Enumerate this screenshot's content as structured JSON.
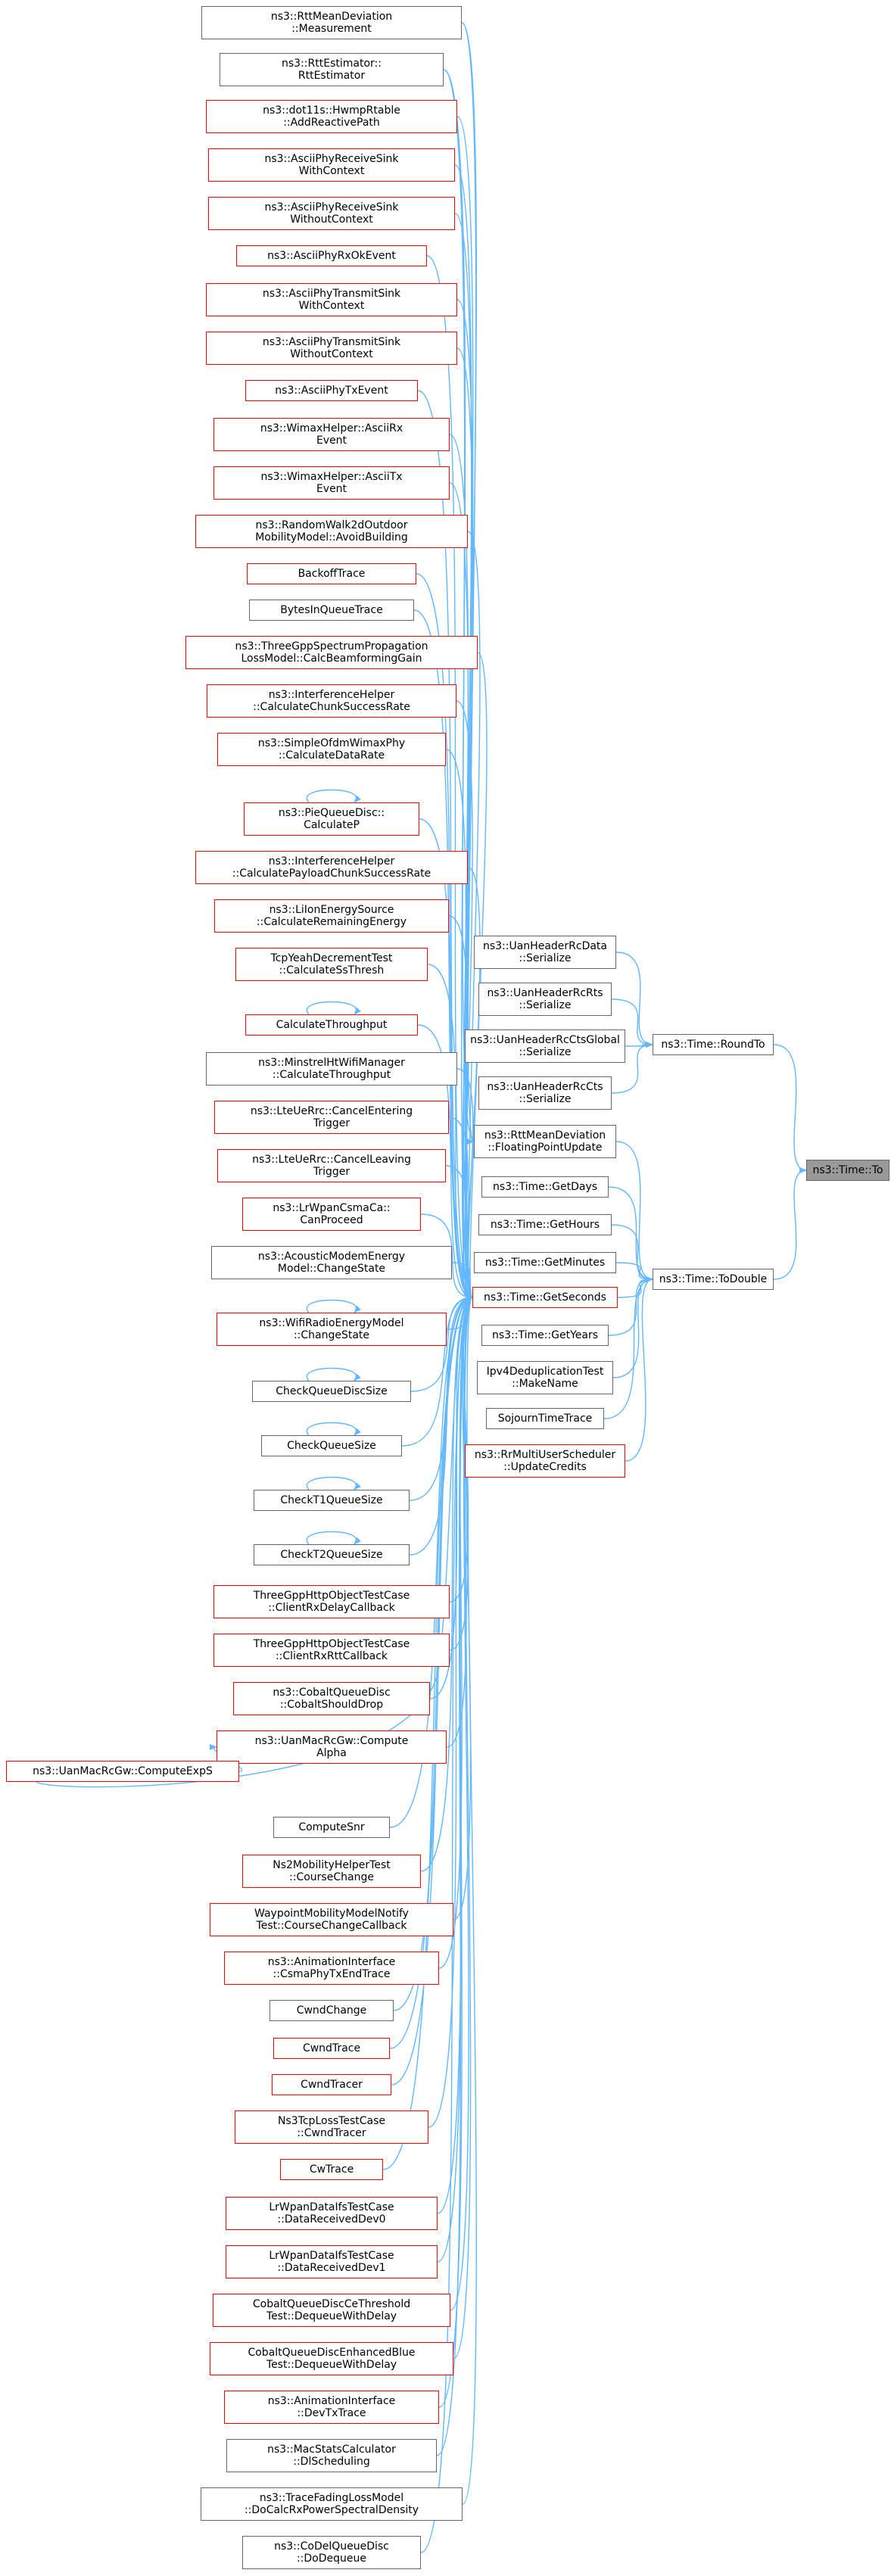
{
  "diagram": {
    "title": "",
    "root": "ns3::Time::To",
    "colors": {
      "edge": "#63b8ff",
      "border": "#666666",
      "border_incomplete": "#ff0000",
      "root_fill": "#999999"
    },
    "nodes": [
      {
        "id": "to",
        "lines": [
          "ns3::Time::To"
        ],
        "red": false
      },
      {
        "id": "roundto",
        "lines": [
          "ns3::Time::RoundTo"
        ],
        "red": false
      },
      {
        "id": "todouble",
        "lines": [
          "ns3::Time::ToDouble"
        ],
        "red": false
      },
      {
        "id": "uanrcdata",
        "lines": [
          "ns3::UanHeaderRcData",
          "::Serialize"
        ],
        "red": false
      },
      {
        "id": "uanrcrts",
        "lines": [
          "ns3::UanHeaderRcRts",
          "::Serialize"
        ],
        "red": false
      },
      {
        "id": "uanrcctsglobal",
        "lines": [
          "ns3::UanHeaderRcCtsGlobal",
          "::Serialize"
        ],
        "red": false
      },
      {
        "id": "uanrccts",
        "lines": [
          "ns3::UanHeaderRcCts",
          "::Serialize"
        ],
        "red": false
      },
      {
        "id": "rttfloat",
        "lines": [
          "ns3::RttMeanDeviation",
          "::FloatingPointUpdate"
        ],
        "red": false
      },
      {
        "id": "getdays",
        "lines": [
          "ns3::Time::GetDays"
        ],
        "red": false
      },
      {
        "id": "gethours",
        "lines": [
          "ns3::Time::GetHours"
        ],
        "red": false
      },
      {
        "id": "getminutes",
        "lines": [
          "ns3::Time::GetMinutes"
        ],
        "red": false
      },
      {
        "id": "getseconds",
        "lines": [
          "ns3::Time::GetSeconds"
        ],
        "red": true
      },
      {
        "id": "getyears",
        "lines": [
          "ns3::Time::GetYears"
        ],
        "red": false
      },
      {
        "id": "ipv4dedup",
        "lines": [
          "Ipv4DeduplicationTest",
          "::MakeName"
        ],
        "red": false
      },
      {
        "id": "sojourn",
        "lines": [
          "SojournTimeTrace"
        ],
        "red": false
      },
      {
        "id": "rrmulti",
        "lines": [
          "ns3::RrMultiUserScheduler",
          "::UpdateCredits"
        ],
        "red": true
      },
      {
        "id": "c0",
        "lines": [
          "ns3::RttMeanDeviation",
          "::Measurement"
        ],
        "red": false
      },
      {
        "id": "c1",
        "lines": [
          "ns3::RttEstimator::",
          "RttEstimator"
        ],
        "red": false
      },
      {
        "id": "c2",
        "lines": [
          "ns3::dot11s::HwmpRtable",
          "::AddReactivePath"
        ],
        "red": true
      },
      {
        "id": "c3",
        "lines": [
          "ns3::AsciiPhyReceiveSink",
          "WithContext"
        ],
        "red": true
      },
      {
        "id": "c4",
        "lines": [
          "ns3::AsciiPhyReceiveSink",
          "WithoutContext"
        ],
        "red": true
      },
      {
        "id": "c5",
        "lines": [
          "ns3::AsciiPhyRxOkEvent"
        ],
        "red": true
      },
      {
        "id": "c6",
        "lines": [
          "ns3::AsciiPhyTransmitSink",
          "WithContext"
        ],
        "red": true
      },
      {
        "id": "c7",
        "lines": [
          "ns3::AsciiPhyTransmitSink",
          "WithoutContext"
        ],
        "red": true
      },
      {
        "id": "c8",
        "lines": [
          "ns3::AsciiPhyTxEvent"
        ],
        "red": true
      },
      {
        "id": "c9",
        "lines": [
          "ns3::WimaxHelper::AsciiRx",
          "Event"
        ],
        "red": true
      },
      {
        "id": "c10",
        "lines": [
          "ns3::WimaxHelper::AsciiTx",
          "Event"
        ],
        "red": true
      },
      {
        "id": "c11",
        "lines": [
          "ns3::RandomWalk2dOutdoor",
          "MobilityModel::AvoidBuilding"
        ],
        "red": true
      },
      {
        "id": "c12",
        "lines": [
          "BackoffTrace"
        ],
        "red": true
      },
      {
        "id": "c13",
        "lines": [
          "BytesInQueueTrace"
        ],
        "red": false
      },
      {
        "id": "c14",
        "lines": [
          "ns3::ThreeGppSpectrumPropagation",
          "LossModel::CalcBeamformingGain"
        ],
        "red": true
      },
      {
        "id": "c15",
        "lines": [
          "ns3::InterferenceHelper",
          "::CalculateChunkSuccessRate"
        ],
        "red": true
      },
      {
        "id": "c16",
        "lines": [
          "ns3::SimpleOfdmWimaxPhy",
          "::CalculateDataRate"
        ],
        "red": true
      },
      {
        "id": "c17",
        "lines": [
          "ns3::PieQueueDisc::",
          "CalculateP"
        ],
        "red": true
      },
      {
        "id": "c18",
        "lines": [
          "ns3::InterferenceHelper",
          "::CalculatePayloadChunkSuccessRate"
        ],
        "red": true
      },
      {
        "id": "c19",
        "lines": [
          "ns3::LiIonEnergySource",
          "::CalculateRemainingEnergy"
        ],
        "red": true
      },
      {
        "id": "c20",
        "lines": [
          "TcpYeahDecrementTest",
          "::CalculateSsThresh"
        ],
        "red": true
      },
      {
        "id": "c21",
        "lines": [
          "CalculateThroughput"
        ],
        "red": true
      },
      {
        "id": "c22",
        "lines": [
          "ns3::MinstrelHtWifiManager",
          "::CalculateThroughput"
        ],
        "red": false
      },
      {
        "id": "c23",
        "lines": [
          "ns3::LteUeRrc::CancelEntering",
          "Trigger"
        ],
        "red": true
      },
      {
        "id": "c24",
        "lines": [
          "ns3::LteUeRrc::CancelLeaving",
          "Trigger"
        ],
        "red": true
      },
      {
        "id": "c25",
        "lines": [
          "ns3::LrWpanCsmaCa::",
          "CanProceed"
        ],
        "red": true
      },
      {
        "id": "c26",
        "lines": [
          "ns3::AcousticModemEnergy",
          "Model::ChangeState"
        ],
        "red": false
      },
      {
        "id": "c27",
        "lines": [
          "ns3::WifiRadioEnergyModel",
          "::ChangeState"
        ],
        "red": true
      },
      {
        "id": "c28",
        "lines": [
          "CheckQueueDiscSize"
        ],
        "red": false
      },
      {
        "id": "c29",
        "lines": [
          "CheckQueueSize"
        ],
        "red": false
      },
      {
        "id": "c30",
        "lines": [
          "CheckT1QueueSize"
        ],
        "red": false
      },
      {
        "id": "c31",
        "lines": [
          "CheckT2QueueSize"
        ],
        "red": false
      },
      {
        "id": "c32",
        "lines": [
          "ThreeGppHttpObjectTestCase",
          "::ClientRxDelayCallback"
        ],
        "red": true
      },
      {
        "id": "c33",
        "lines": [
          "ThreeGppHttpObjectTestCase",
          "::ClientRxRttCallback"
        ],
        "red": true
      },
      {
        "id": "c34",
        "lines": [
          "ns3::CobaltQueueDisc",
          "::CobaltShouldDrop"
        ],
        "red": true
      },
      {
        "id": "c35",
        "lines": [
          "ns3::UanMacRcGw::Compute",
          "Alpha"
        ],
        "red": true
      },
      {
        "id": "c36",
        "lines": [
          "ns3::UanMacRcGw::ComputeExpS"
        ],
        "red": true
      },
      {
        "id": "c37",
        "lines": [
          "ComputeSnr"
        ],
        "red": false
      },
      {
        "id": "c38",
        "lines": [
          "Ns2MobilityHelperTest",
          "::CourseChange"
        ],
        "red": true
      },
      {
        "id": "c39",
        "lines": [
          "WaypointMobilityModelNotify",
          "Test::CourseChangeCallback"
        ],
        "red": true
      },
      {
        "id": "c40",
        "lines": [
          "ns3::AnimationInterface",
          "::CsmaPhyTxEndTrace"
        ],
        "red": true
      },
      {
        "id": "c41",
        "lines": [
          "CwndChange"
        ],
        "red": false
      },
      {
        "id": "c42",
        "lines": [
          "CwndTrace"
        ],
        "red": true
      },
      {
        "id": "c43",
        "lines": [
          "CwndTracer"
        ],
        "red": true
      },
      {
        "id": "c44",
        "lines": [
          "Ns3TcpLossTestCase",
          "::CwndTracer"
        ],
        "red": true
      },
      {
        "id": "c45",
        "lines": [
          "CwTrace"
        ],
        "red": true
      },
      {
        "id": "c46",
        "lines": [
          "LrWpanDataIfsTestCase",
          "::DataReceivedDev0"
        ],
        "red": true
      },
      {
        "id": "c47",
        "lines": [
          "LrWpanDataIfsTestCase",
          "::DataReceivedDev1"
        ],
        "red": true
      },
      {
        "id": "c48",
        "lines": [
          "CobaltQueueDiscCeThreshold",
          "Test::DequeueWithDelay"
        ],
        "red": true
      },
      {
        "id": "c49",
        "lines": [
          "CobaltQueueDiscEnhancedBlue",
          "Test::DequeueWithDelay"
        ],
        "red": true
      },
      {
        "id": "c50",
        "lines": [
          "ns3::AnimationInterface",
          "::DevTxTrace"
        ],
        "red": true
      },
      {
        "id": "c51",
        "lines": [
          "ns3::MacStatsCalculator",
          "::DlScheduling"
        ],
        "red": false
      },
      {
        "id": "c52",
        "lines": [
          "ns3::TraceFadingLossModel",
          "::DoCalcRxPowerSpectralDensity"
        ],
        "red": false
      },
      {
        "id": "c53",
        "lines": [
          "ns3::CoDelQueueDisc",
          "::DoDequeue"
        ],
        "red": false
      }
    ],
    "edges": [
      {
        "from": "roundto",
        "to": "to"
      },
      {
        "from": "todouble",
        "to": "to"
      },
      {
        "from": "uanrcdata",
        "to": "roundto"
      },
      {
        "from": "uanrcrts",
        "to": "roundto"
      },
      {
        "from": "uanrcctsglobal",
        "to": "roundto"
      },
      {
        "from": "uanrccts",
        "to": "roundto"
      },
      {
        "from": "rttfloat",
        "to": "todouble"
      },
      {
        "from": "getdays",
        "to": "todouble"
      },
      {
        "from": "gethours",
        "to": "todouble"
      },
      {
        "from": "getminutes",
        "to": "todouble"
      },
      {
        "from": "getseconds",
        "to": "todouble"
      },
      {
        "from": "getyears",
        "to": "todouble"
      },
      {
        "from": "ipv4dedup",
        "to": "todouble"
      },
      {
        "from": "sojourn",
        "to": "todouble"
      },
      {
        "from": "rrmulti",
        "to": "todouble"
      },
      {
        "from": "c0",
        "to": "rttfloat"
      },
      {
        "from": "c1",
        "to": "rttfloat"
      },
      {
        "from": "c0",
        "to": "getseconds"
      },
      {
        "from": "c1",
        "to": "getseconds"
      },
      {
        "from": "c2",
        "to": "getseconds"
      },
      {
        "from": "c3",
        "to": "getseconds"
      },
      {
        "from": "c4",
        "to": "getseconds"
      },
      {
        "from": "c5",
        "to": "getseconds"
      },
      {
        "from": "c6",
        "to": "getseconds"
      },
      {
        "from": "c7",
        "to": "getseconds"
      },
      {
        "from": "c8",
        "to": "getseconds"
      },
      {
        "from": "c9",
        "to": "getseconds"
      },
      {
        "from": "c10",
        "to": "getseconds"
      },
      {
        "from": "c11",
        "to": "getseconds"
      },
      {
        "from": "c12",
        "to": "getseconds"
      },
      {
        "from": "c13",
        "to": "getseconds"
      },
      {
        "from": "c14",
        "to": "getseconds"
      },
      {
        "from": "c15",
        "to": "getseconds"
      },
      {
        "from": "c16",
        "to": "getseconds"
      },
      {
        "from": "c17",
        "to": "getseconds"
      },
      {
        "from": "c18",
        "to": "getseconds"
      },
      {
        "from": "c19",
        "to": "getseconds"
      },
      {
        "from": "c20",
        "to": "getseconds"
      },
      {
        "from": "c21",
        "to": "getseconds"
      },
      {
        "from": "c22",
        "to": "getseconds"
      },
      {
        "from": "c23",
        "to": "getseconds"
      },
      {
        "from": "c24",
        "to": "getseconds"
      },
      {
        "from": "c25",
        "to": "getseconds"
      },
      {
        "from": "c26",
        "to": "getseconds"
      },
      {
        "from": "c27",
        "to": "getseconds"
      },
      {
        "from": "c28",
        "to": "getseconds"
      },
      {
        "from": "c29",
        "to": "getseconds"
      },
      {
        "from": "c30",
        "to": "getseconds"
      },
      {
        "from": "c31",
        "to": "getseconds"
      },
      {
        "from": "c32",
        "to": "getseconds"
      },
      {
        "from": "c33",
        "to": "getseconds"
      },
      {
        "from": "c34",
        "to": "getseconds"
      },
      {
        "from": "c35",
        "to": "getseconds"
      },
      {
        "from": "c36",
        "to": "getseconds"
      },
      {
        "from": "c37",
        "to": "getseconds"
      },
      {
        "from": "c38",
        "to": "getseconds"
      },
      {
        "from": "c39",
        "to": "getseconds"
      },
      {
        "from": "c40",
        "to": "getseconds"
      },
      {
        "from": "c41",
        "to": "getseconds"
      },
      {
        "from": "c42",
        "to": "getseconds"
      },
      {
        "from": "c43",
        "to": "getseconds"
      },
      {
        "from": "c44",
        "to": "getseconds"
      },
      {
        "from": "c45",
        "to": "getseconds"
      },
      {
        "from": "c46",
        "to": "getseconds"
      },
      {
        "from": "c47",
        "to": "getseconds"
      },
      {
        "from": "c48",
        "to": "getseconds"
      },
      {
        "from": "c49",
        "to": "getseconds"
      },
      {
        "from": "c50",
        "to": "getseconds"
      },
      {
        "from": "c51",
        "to": "getseconds"
      },
      {
        "from": "c52",
        "to": "getseconds"
      },
      {
        "from": "c53",
        "to": "getseconds"
      },
      {
        "from": "c36",
        "to": "c35"
      },
      {
        "from": "c17",
        "to": "c17"
      },
      {
        "from": "c21",
        "to": "c21"
      },
      {
        "from": "c27",
        "to": "c27"
      },
      {
        "from": "c28",
        "to": "c28"
      },
      {
        "from": "c29",
        "to": "c29"
      },
      {
        "from": "c30",
        "to": "c30"
      },
      {
        "from": "c31",
        "to": "c31"
      }
    ]
  }
}
